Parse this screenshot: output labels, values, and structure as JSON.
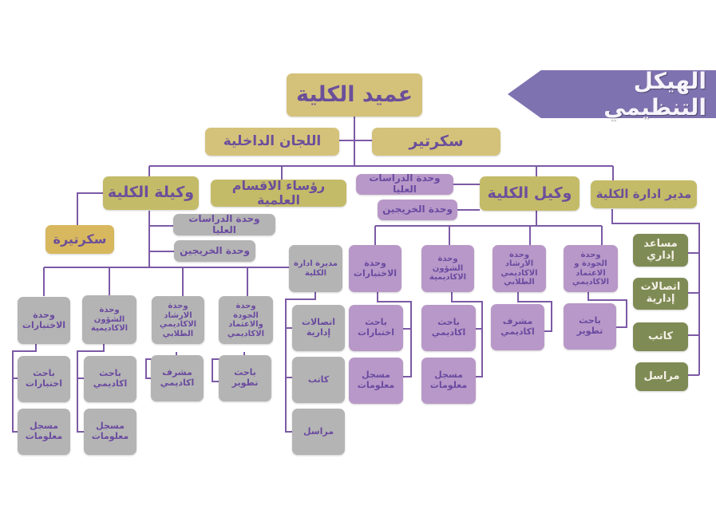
{
  "title": "الهيكل التنظيمي",
  "colors": {
    "line": "#7c5aa6",
    "gold": "#d4c27a",
    "olive": "#c4bb68",
    "orange": "#d8b85e",
    "purple": "#b898c8",
    "grey": "#b4b4b4",
    "green": "#7f8b55",
    "banner": "#7f72b0",
    "text_purple": "#6b4f9a"
  },
  "nodes": {
    "dean": "عميد الكلية",
    "internal_committees": "اللجان الداخلية",
    "secretary": "سكرتير",
    "female_vice_dean": "وكيلة الكلية",
    "department_heads": "رؤساء الاقسام العلمية",
    "vice_dean": "وكيل الكلية",
    "college_admin_director": "مدير ادارة الكلية",
    "female_secretary": "سكرتيرة",
    "vd_graduate_studies": "وحدة الدراسات العليا",
    "vd_graduates": "وحدة الخريجين",
    "fvd_graduate_studies": "وحدة الدراسات العليا",
    "fvd_graduates": "وحدة الخريجين",
    "admin": {
      "assistant": "مساعد إداري",
      "communications": "اتصالات إدارية",
      "clerk": "كاتب",
      "courier": "مراسل"
    },
    "vice_dean_units": [
      {
        "unit": "وحدة الجودة و الاعتماد الاكاديمي",
        "children": [
          "باحث تطوير"
        ]
      },
      {
        "unit": "وحدة الارشاد الاكاديمي الطلابي",
        "children": [
          "مشرف اكاديمي"
        ]
      },
      {
        "unit": "وحدة الشؤون الاكاديمية",
        "children": [
          "باحث اكاديمي",
          "مسجل معلومات"
        ]
      },
      {
        "unit": "وحدة الاختبارات",
        "children": [
          "باحث اختبارات",
          "مسجل معلومات"
        ]
      }
    ],
    "female_admin_director": {
      "unit": "مديرة ادارة الكلية",
      "children": [
        "اتصالات إدارية",
        "كاتب",
        "مراسل"
      ]
    },
    "female_vice_dean_units": [
      {
        "unit": "وحدة الجودة والاعتماد الاكاديمي",
        "children": [
          "باحث تطوير"
        ]
      },
      {
        "unit": "وحدة الارشاد الاكاديمي الطلابي",
        "children": [
          "مشرف اكاديمي"
        ]
      },
      {
        "unit": "وحدة الشؤون الاكاديمية",
        "children": [
          "باحث اكاديمي",
          "مسجل معلومات"
        ]
      },
      {
        "unit": "وحدة الاختبارات",
        "children": [
          "باحث اختبارات",
          "مسجل معلومات"
        ]
      }
    ]
  }
}
